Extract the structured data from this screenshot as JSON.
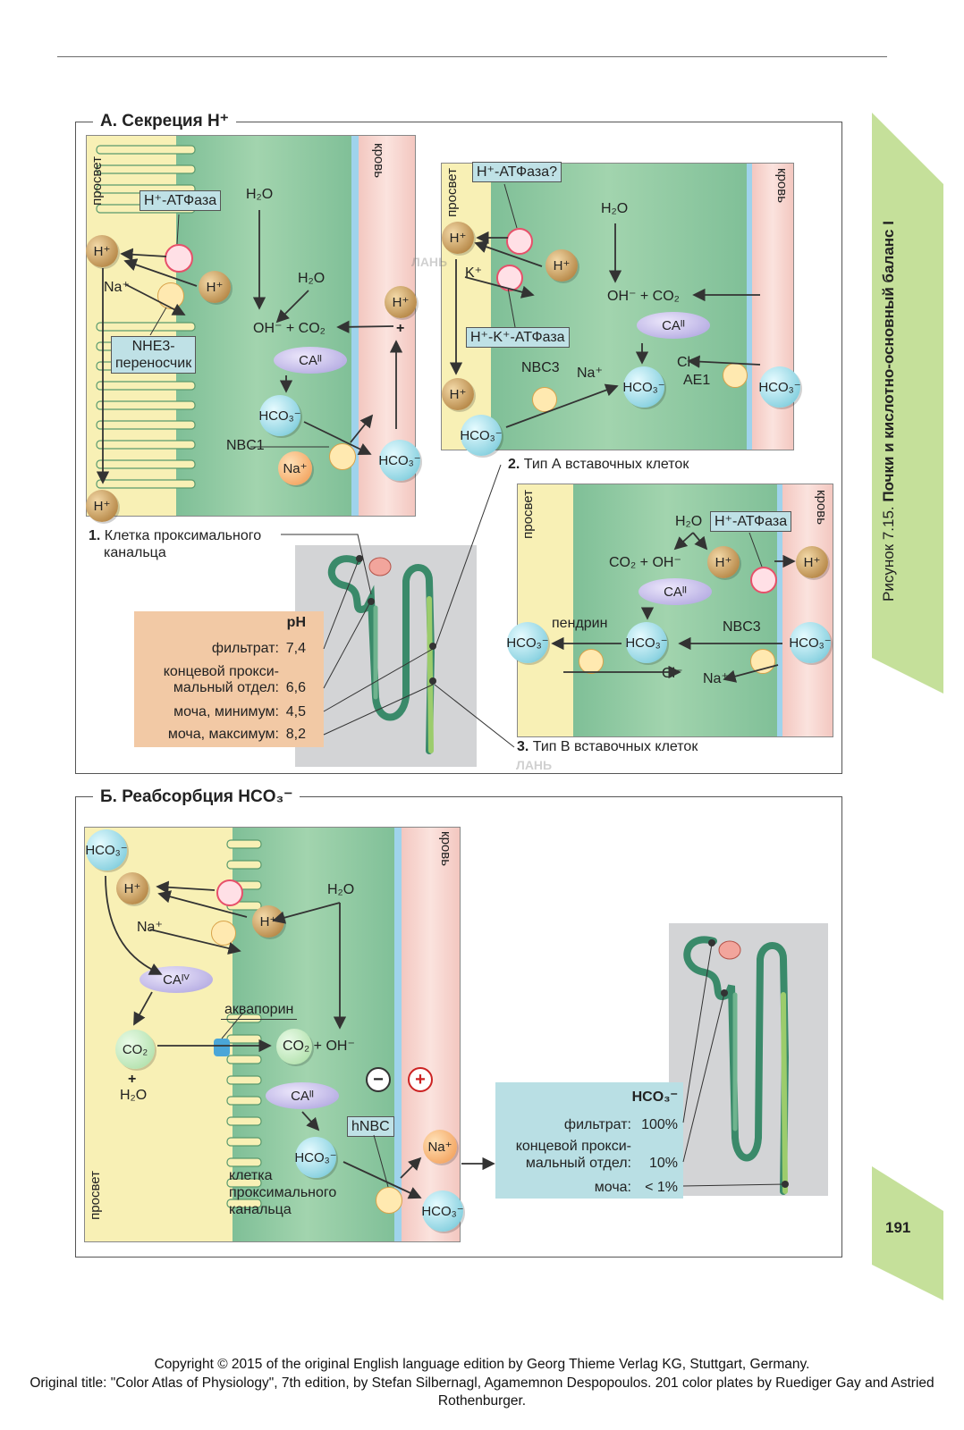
{
  "side_tab": {
    "caption": "Рисунок 7.15.",
    "title": "Почки и кислотно-основный баланс I",
    "page_number": "191",
    "color": "#c5e09a"
  },
  "panel_a": {
    "title": "А. Секреция H⁺",
    "fig1": {
      "lumen_label": "просвет",
      "blood_label": "кровь",
      "atpase_tag": "H⁺-АТФаза",
      "nhe3_tag_line1": "NHE3-",
      "nhe3_tag_line2": "переносчик",
      "h2o": "H₂O",
      "h2o_2": "H₂O",
      "oh_co2": "OH⁻ + CO₂",
      "ca": "CAᴵᴵ",
      "hco3_cell": "HCO₃⁻",
      "hco3_blood": "HCO₃⁻",
      "nbc1": "NBC1",
      "na_in": "Na⁺",
      "na_lumen": "Na⁺",
      "h_lumen_top": "H⁺",
      "h_cell": "H⁺",
      "h_blood": "H⁺",
      "plus": "+",
      "h_lumen_bottom": "H⁺",
      "caption_num": "1.",
      "caption_line1": "Клетка проксимального",
      "caption_line2": "канальца"
    },
    "fig2": {
      "lumen_label": "просвет",
      "blood_label": "кровь",
      "atpase_tag": "H⁺-АТФаза?",
      "hk_tag": "H⁺-K⁺-АТФаза",
      "h2o": "H₂O",
      "oh_co2": "OH⁻ + CO₂",
      "ca": "CAᴵᴵ",
      "k": "K⁺",
      "h_lumen_top": "H⁺",
      "h_cell": "H⁺",
      "h_lumen_bottom": "H⁺",
      "nbc3": "NBC3",
      "na": "Na⁺",
      "hco3_cell": "HCO₃⁻",
      "hco3_lumen": "HCO₃⁻",
      "hco3_blood": "HCO₃⁻",
      "cl": "Cl⁻",
      "ae1": "AE1",
      "caption_num": "2.",
      "caption": "Тип А вставочных клеток"
    },
    "fig3": {
      "lumen_label": "просвет",
      "blood_label": "кровь",
      "atpase_tag": "H⁺-АТФаза",
      "h2o": "H₂O",
      "co2_oh": "CO₂ + OH⁻",
      "ca": "CAᴵᴵ",
      "h_cell": "H⁺",
      "h_blood": "H⁺",
      "pendrin": "пендрин",
      "nbc3": "NBC3",
      "hco3_lumen": "HCO₃⁻",
      "hco3_cell": "HCO₃⁻",
      "hco3_blood": "HCO₃⁻",
      "cl": "Cl⁻",
      "na": "Na⁺",
      "caption_num": "3.",
      "caption": "Тип В вставочных клеток"
    },
    "ph_table": {
      "header": "pH",
      "rows": [
        {
          "label": "фильтрат:",
          "value": "7,4"
        },
        {
          "label": "концевой прокси-",
          "value": ""
        },
        {
          "label": "мальный отдел:",
          "value": "6,6"
        },
        {
          "label": "моча, минимум:",
          "value": "4,5"
        },
        {
          "label": "моча, максимум:",
          "value": "8,2"
        }
      ]
    }
  },
  "panel_b": {
    "title": "Б. Реабсорбция HCO₃⁻",
    "lumen_label": "просвет",
    "blood_label": "кровь",
    "hco3_lumen": "HCO₃⁻",
    "h_lumen": "H⁺",
    "h_cell": "H⁺",
    "na_lumen": "Na⁺",
    "ca4": "CAᴵⱽ",
    "h2o_cell": "H₂O",
    "aquaporin": "аквапорин",
    "co2_lumen": "CO₂",
    "plus_lumen": "+",
    "h2o_lumen": "H₂O",
    "co2_oh": "CO₂ + OH⁻",
    "ca2": "CAᴵᴵ",
    "minus_sign": "−",
    "plus_sign": "+",
    "hnbc": "hNBC",
    "hco3_cell": "HCO₃⁻",
    "na_blood": "Na⁺",
    "hco3_blood": "HCO₃⁻",
    "cell_label_1": "клетка",
    "cell_label_2": "проксимального",
    "cell_label_3": "канальца",
    "hco3_table": {
      "header": "HCO₃⁻",
      "rows": [
        {
          "label": "фильтрат:",
          "value": "100%"
        },
        {
          "label": "концевой прокси-",
          "value": ""
        },
        {
          "label": "мальный отдел:",
          "value": "10%"
        },
        {
          "label": "моча:",
          "value": "< 1%"
        }
      ]
    }
  },
  "footer": {
    "line1": "Copyright © 2015 of the original English language edition by Georg Thieme Verlag KG, Stuttgart, Germany.",
    "line2": "Original title: \"Color Atlas of Physiology\", 7th edition, by Stefan Silbernagl, Agamemnon Despopoulos. 201 color plates by Ruediger Gay and Astried Rothenburger."
  },
  "watermark": "ЛАНЬ"
}
